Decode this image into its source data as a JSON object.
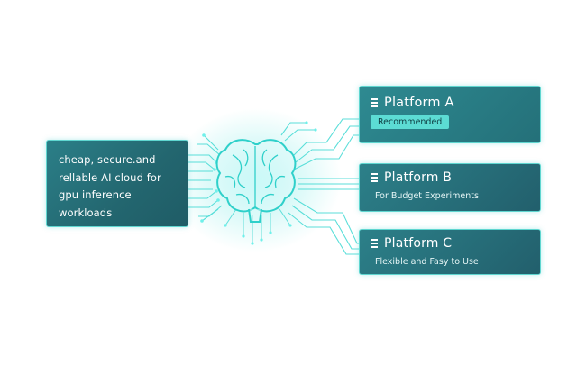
{
  "query": {
    "lines": [
      "cheap, secure.and",
      "rellable AI cloud for",
      "gpu inference",
      "workloads"
    ]
  },
  "platforms": [
    {
      "name": "Platform A",
      "badge": "Recommended",
      "icon": "menu-icon"
    },
    {
      "name": "Platform B",
      "subtitle": "For Budget Experiments",
      "icon": "menu-icon"
    },
    {
      "name": "Platform C",
      "subtitle": "Flexible and Fasy to Use",
      "icon": "menu-icon"
    }
  ],
  "colors": {
    "card_bg": "#247079",
    "card_border": "#5fd6d0",
    "glow": "#3ee6e0",
    "badge_bg": "#5cdcd4"
  },
  "center_icon": "brain-circuit-icon"
}
